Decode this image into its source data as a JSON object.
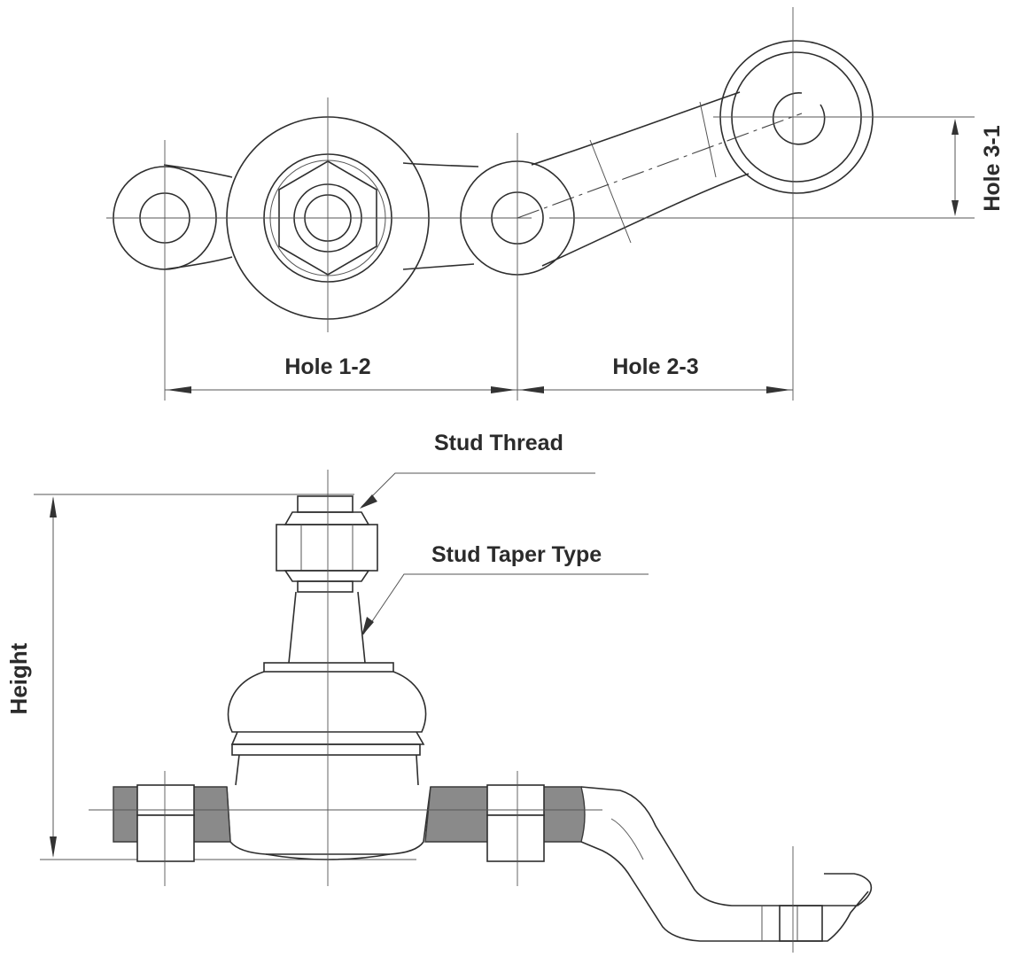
{
  "labels": {
    "hole_1_2": "Hole 1-2",
    "hole_2_3": "Hole 2-3",
    "hole_3_1": "Hole 3-1",
    "stud_thread": "Stud Thread",
    "stud_taper_type": "Stud Taper Type",
    "height": "Height"
  },
  "colors": {
    "line": "#2e2e2e",
    "shading": "#8a8a8a",
    "background": "#ffffff"
  }
}
